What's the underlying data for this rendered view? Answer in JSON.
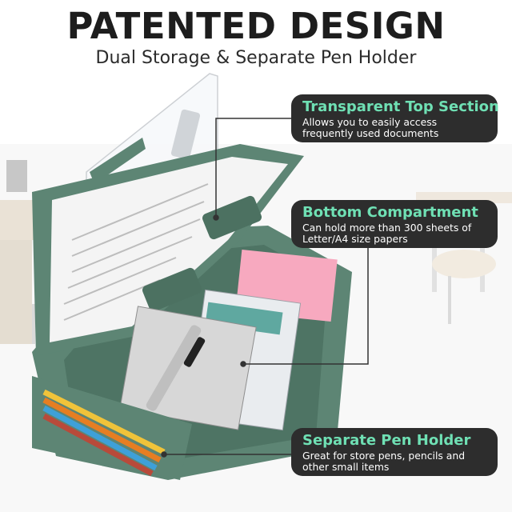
{
  "headline": "PATENTED DESIGN",
  "subheadline": "Dual Storage & Separate Pen Holder",
  "callouts": [
    {
      "title": "Transparent Top Section",
      "description": "Allows you to easily access frequently used documents"
    },
    {
      "title": "Bottom Compartment",
      "description": "Can hold more than 300 sheets of Letter/A4 size papers"
    },
    {
      "title": "Separate Pen Holder",
      "description": "Great for store pens, pencils and other small items"
    }
  ],
  "colors": {
    "case_green": "#5d8574",
    "callout_background": "#2d2d2d",
    "callout_title": "#6fe0b4",
    "sticky_note": "#f7a9bf"
  }
}
